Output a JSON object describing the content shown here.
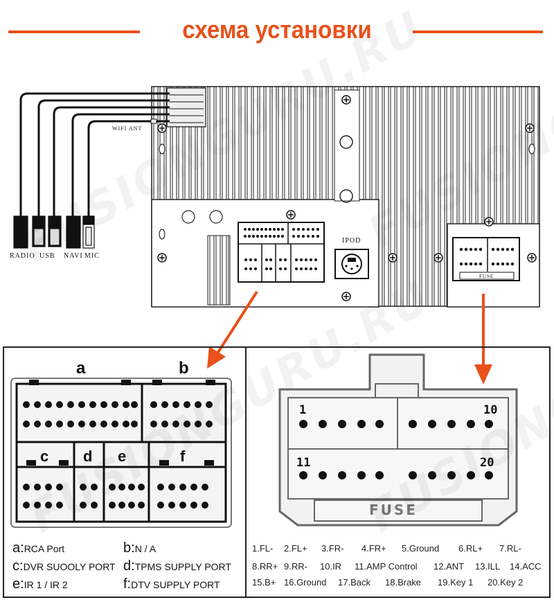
{
  "header": {
    "title": "схема установки",
    "accent_color": "#e8511a"
  },
  "watermark": "FUSIONGURU.RU",
  "unit": {
    "ipod_label": "IPOD",
    "fuse_small_label": "FUSE",
    "wifi_label": "WIFI ANT",
    "cable_labels": [
      "RADIO",
      "USB",
      "NAVI",
      "MIC"
    ]
  },
  "left_panel": {
    "connector_letters": [
      "a",
      "b",
      "c",
      "d",
      "e",
      "f"
    ],
    "legend": [
      {
        "key": "a:",
        "text": "RCA Port"
      },
      {
        "key": "b:",
        "text": "N / A"
      },
      {
        "key": "c:",
        "text": "DVR SUOOLY PORT"
      },
      {
        "key": "d:",
        "text": "TPMS SUPPLY PORT"
      },
      {
        "key": "e:",
        "text": "IR 1 / IR 2"
      },
      {
        "key": "f:",
        "text": "DTV SUPPLY PORT"
      }
    ]
  },
  "right_panel": {
    "pin_start_top": "1",
    "pin_end_top": "10",
    "pin_start_bottom": "11",
    "pin_end_bottom": "20",
    "fuse_label": "FUSE",
    "pin_rows": [
      [
        "1.FL-",
        "2.FL+",
        "3.FR-",
        "4.FR+",
        "5.Ground",
        "6.RL+",
        "7.RL-"
      ],
      [
        "8.RR+",
        "9.RR-",
        "10.IR",
        "11.AMP Control",
        "12.ANT",
        "13.ILL",
        "14.ACC"
      ],
      [
        "15.B+",
        "16.Ground",
        "17.Back",
        "18.Brake",
        "19.Key 1",
        "20.Key 2"
      ]
    ]
  },
  "colors": {
    "accent": "#e8511a",
    "frame": "#222222",
    "connector_fill": "#f4f4f4"
  }
}
